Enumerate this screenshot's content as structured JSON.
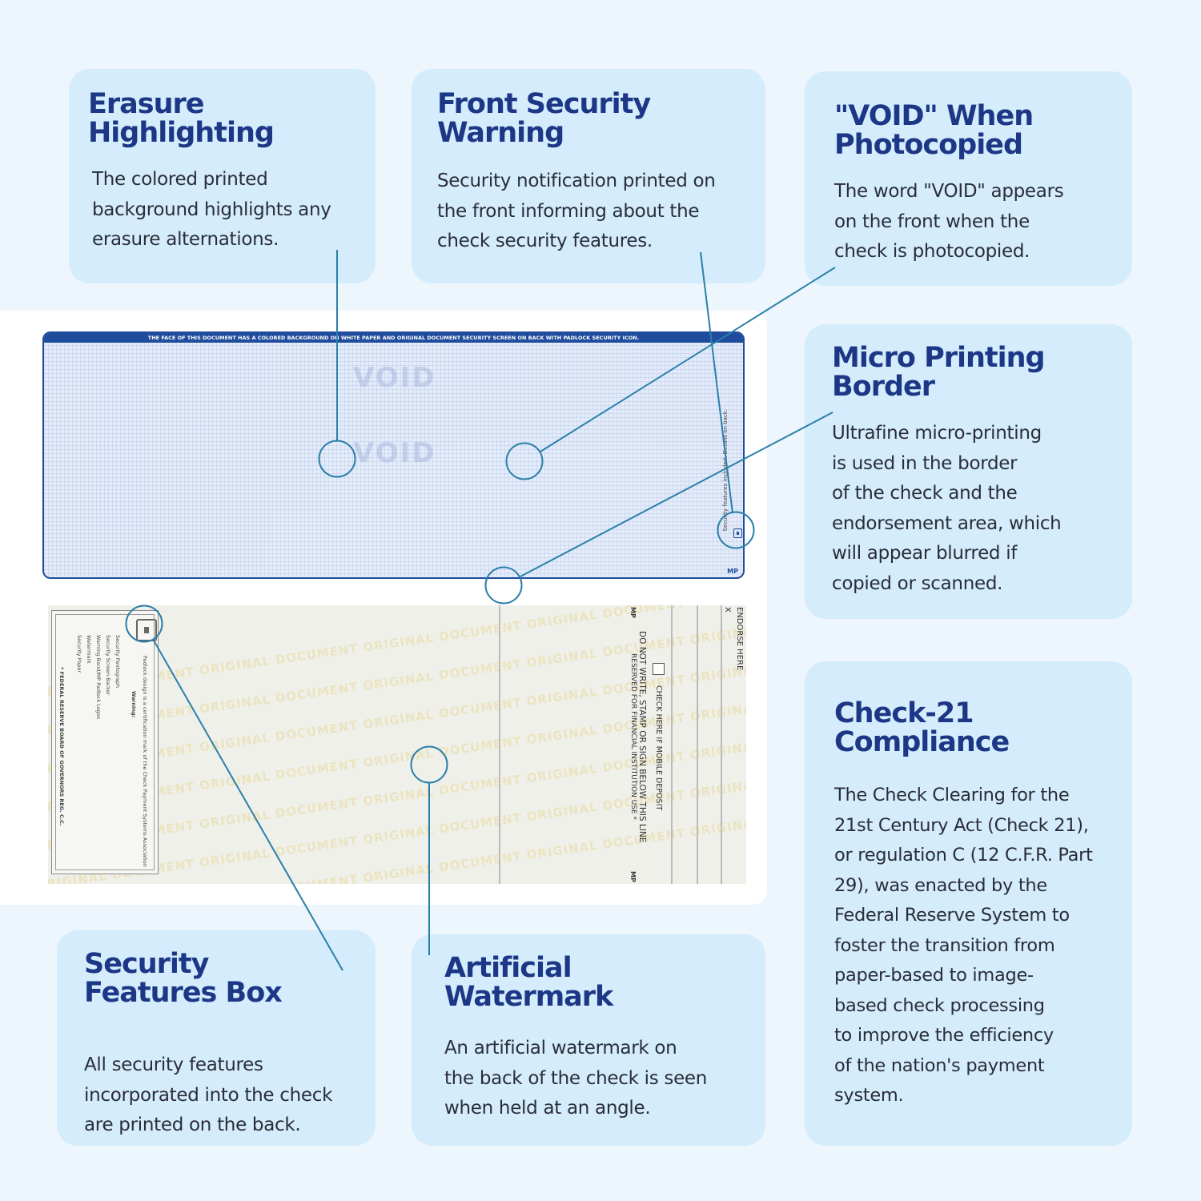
{
  "cards": {
    "erasure": {
      "title": [
        "Erasure",
        "Highlighting"
      ],
      "body": [
        "The colored printed",
        "background highlights any",
        "erasure alternations."
      ]
    },
    "front_warning": {
      "title": [
        "Front Security",
        "Warning"
      ],
      "body": [
        "Security notification printed on",
        "the front informing about the",
        "check security features."
      ]
    },
    "void": {
      "title": [
        "\"VOID\" When",
        "Photocopied"
      ],
      "body": [
        "The word \"VOID\" appears",
        "on the front when the",
        "check is photocopied."
      ]
    },
    "micro": {
      "title": [
        "Micro Printing",
        "Border"
      ],
      "body": [
        "Ultrafine micro-printing",
        "is used in the border",
        "of the check and the",
        "endorsement area, which",
        "will appear blurred if",
        "copied or scanned."
      ]
    },
    "check21": {
      "title": [
        "Check-21",
        "Compliance"
      ],
      "body": [
        "The Check Clearing for the",
        "21st Century Act (Check 21),",
        "or regulation C (12 C.F.R. Part",
        "29), was enacted by the",
        "Federal Reserve System to",
        "foster the transition from",
        "paper-based to image-",
        "based check processing",
        "to improve the efficiency",
        "of the nation's payment",
        "system."
      ]
    },
    "security_box": {
      "title": [
        "Security",
        "Features Box"
      ],
      "body": [
        "All security features",
        "incorporated into the check",
        "are printed on the back."
      ]
    },
    "watermark": {
      "title": [
        "Artificial",
        "Watermark"
      ],
      "body": [
        "An artificial watermark on",
        "the back of the check is seen",
        "when held at an angle."
      ]
    }
  },
  "check_front": {
    "top_bar_text": "THE FACE OF THIS DOCUMENT HAS A COLORED BACKGROUND ON WHITE PAPER AND ORIGINAL DOCUMENT SECURITY SCREEN ON BACK WITH PADLOCK SECURITY ICON.",
    "void_text": "VOID",
    "side_text": "Security features included. Details on back.",
    "mp_mark": "MP"
  },
  "check_back": {
    "watermark_text": "ORIGINAL DOCUMENT ORIGINAL DOCUMENT ORIGINAL DOCUMENT ORIGINAL DOCUMENT ORIGINAL DOCUMENT",
    "endorse_here": "ENDORSE HERE",
    "x_mark": "X",
    "mobile_deposit": "CHECK HERE IF MOBILE DEPOSIT",
    "do_not_write": "DO NOT WRITE, STAMP OR SIGN BELOW THIS LINE",
    "reserved": "RESERVED FOR FINANCIAL INSTITUTION USE *",
    "mp_mark": "MP",
    "padlock_note": "Padlock design is a certification mark of the Check Payment Systems Association",
    "warning_label": "Warning:",
    "feature_list": [
      "Security Pantograph",
      "Security Screen Backer",
      "Warning Band/MP Padlock Logos",
      "Watermark",
      "Security Paper"
    ],
    "fed_note": "* FEDERAL RESERVE BOARD OF GOVERNORS REG. C.C."
  },
  "colors": {
    "background": "#eef6fd",
    "card": "#d4ecfb",
    "title": "#1d3787",
    "callout_line": "#2b7fa8",
    "check_border": "#1f4c9c"
  }
}
